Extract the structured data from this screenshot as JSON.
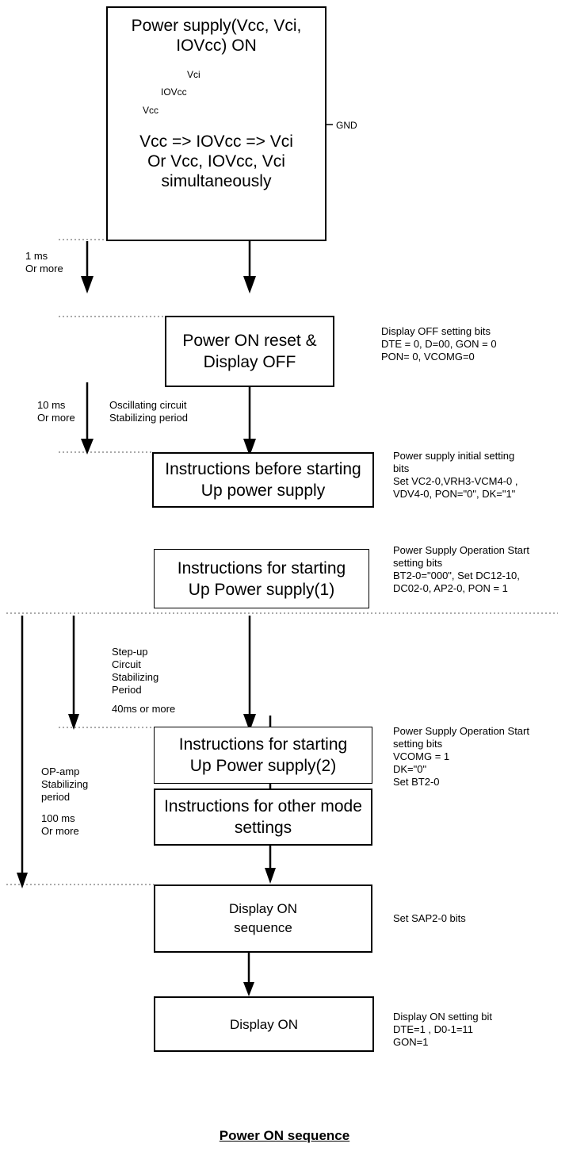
{
  "title": "Power ON sequence",
  "power_supply_box": {
    "lines": [
      "Power supply(Vcc, Vci,",
      "IOVcc) ON"
    ],
    "waveform_labels": {
      "vci": "Vci",
      "iovcc": "IOVcc",
      "vcc": "Vcc",
      "gnd": "GND"
    },
    "order_lines": [
      "Vcc => IOVcc => Vci",
      "Or Vcc, IOVcc, Vci",
      "simultaneously"
    ]
  },
  "steps": [
    {
      "id": "reset",
      "lines": [
        "Power ON reset &",
        "Display OFF"
      ],
      "note": [
        "Display OFF setting bits",
        "DTE = 0, D=00, GON = 0",
        "PON= 0, VCOMG=0"
      ]
    },
    {
      "id": "before",
      "lines": [
        "Instructions before starting",
        "Up power supply"
      ],
      "note": [
        "Power supply initial setting",
        "bits",
        "Set VC2-0,VRH3-VCM4-0 ,",
        "VDV4-0, PON=\"0\", DK=\"1\""
      ]
    },
    {
      "id": "start1",
      "lines": [
        "Instructions for starting",
        "Up Power supply(1)"
      ],
      "note": [
        "Power Supply Operation Start",
        "setting bits",
        "BT2-0=\"000\", Set DC12-10,",
        "DC02-0, AP2-0, PON = 1"
      ]
    },
    {
      "id": "start2",
      "lines": [
        "Instructions for starting",
        "Up Power supply(2)"
      ],
      "note": [
        "Power Supply Operation Start",
        "setting bits",
        "VCOMG = 1",
        "DK=\"0\"",
        "Set BT2-0"
      ]
    },
    {
      "id": "other",
      "lines": [
        "Instructions for other mode",
        "settings"
      ],
      "note": []
    },
    {
      "id": "on-seq",
      "lines": [
        "Display ON",
        "sequence"
      ],
      "note": [
        "Set SAP2-0 bits"
      ]
    },
    {
      "id": "on",
      "lines": [
        "Display ON"
      ],
      "note": [
        "Display ON  setting bit",
        "DTE=1 , D0-1=11",
        "GON=1"
      ]
    }
  ],
  "timings": {
    "t1": [
      "1 ms",
      "Or more"
    ],
    "t2": [
      "10 ms",
      "Or more"
    ],
    "t2_desc": [
      "Oscillating circuit",
      "Stabilizing period"
    ],
    "t3_desc": [
      "Step-up",
      "Circuit",
      "Stabilizing",
      "Period"
    ],
    "t3": "40ms or more",
    "t4_desc": [
      "OP-amp",
      "Stabilizing",
      "period"
    ],
    "t4": [
      "100 ms",
      "Or more"
    ]
  }
}
